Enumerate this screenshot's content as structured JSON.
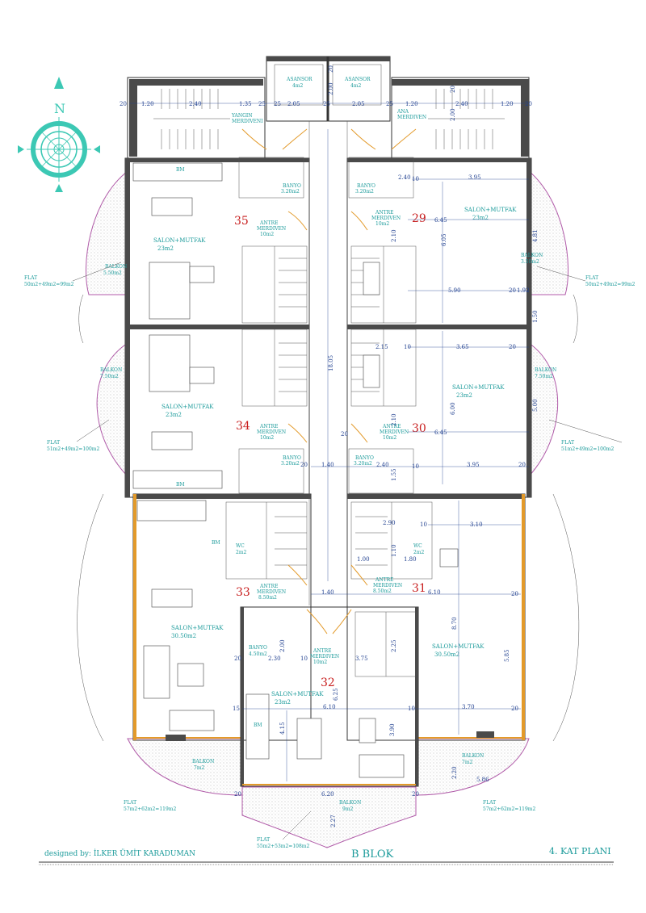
{
  "compass": {
    "north_label": "N"
  },
  "core": {
    "asansor_left": "ASANSOR",
    "asansor_left_area": "4m2",
    "asansor_right": "ASANSOR",
    "asansor_right_area": "4m2",
    "yangin": "YANGIN",
    "merdiveni": "MERDIVENI",
    "ana": "ANA",
    "ana_merdiven": "MERDIVEN",
    "corridor_length": "18.05"
  },
  "top_dims": [
    "1.20",
    "2.40",
    "1.35",
    "2.05",
    "2.05",
    "1.20",
    "2.40",
    "1.20",
    "20",
    "25",
    "25",
    "25",
    "25",
    "20",
    "20",
    "2.00",
    "20",
    "2.00"
  ],
  "flats": [
    {
      "number": "35",
      "room": "SALON+MUTFAK",
      "area": "23m2",
      "antre": "ANTRE",
      "merdiven": "MERDIVEN",
      "antre_area": "10m2",
      "banyo": "BANYO",
      "banyo_area": "3.20m2",
      "balkon": "BALKON",
      "balkon_area": "5.50m2",
      "flat": "FLAT",
      "flat_area": "50m2+49m2=99m2"
    },
    {
      "number": "29",
      "room": "SALON+MUTFAK",
      "area": "23m2",
      "antre": "ANTRE",
      "merdiven": "MERDIVEN",
      "antre_area": "10m2",
      "banyo": "BANYO",
      "banyo_area": "3.20m2",
      "balkon": "BALKON",
      "balkon_area": "3.50m2",
      "flat": "FLAT",
      "flat_area": "50m2+49m2=99m2"
    },
    {
      "number": "34",
      "room": "SALON+MUTFAK",
      "area": "23m2",
      "antre": "ANTRE",
      "merdiven": "MERDIVEN",
      "antre_area": "10m2",
      "banyo": "BANYO",
      "banyo_area": "3.20m2",
      "balkon": "BALKON",
      "balkon_area": "7.50m2",
      "flat": "FLAT",
      "flat_area": "51m2+49m2=100m2"
    },
    {
      "number": "30",
      "room": "SALON+MUTFAK",
      "area": "23m2",
      "antre": "ANTRE",
      "merdiven": "MERDIVEN",
      "antre_area": "10m2",
      "banyo": "BANYO",
      "banyo_area": "3.20m2",
      "balkon": "BALKON",
      "balkon_area": "7.50m2",
      "flat": "FLAT",
      "flat_area": "51m2+49m2=100m2"
    },
    {
      "number": "33",
      "room": "SALON+MUTFAK",
      "area": "30.50m2",
      "antre": "ANTRE",
      "merdiven": "MERDIVEN",
      "antre_area": "8.50m2",
      "wc": "WC",
      "wc_area": "2m2",
      "balkon": "BALKON",
      "balkon_area": "7m2",
      "flat": "FLAT",
      "flat_area": "57m2+62m2=119m2"
    },
    {
      "number": "31",
      "room": "SALON+MUTFAK",
      "area": "30.50m2",
      "antre": "ANTRE",
      "merdiven": "MERDIVEN",
      "antre_area": "8.50m2",
      "wc": "WC",
      "wc_area": "2m2",
      "balkon": "BALKON",
      "balkon_area": "7m2",
      "flat": "FLAT",
      "flat_area": "57m2+62m2=119m2"
    },
    {
      "number": "32",
      "room": "SALON+MUTFAK",
      "area": "23m2",
      "antre": "ANTRE",
      "merdiven": "MERDIVEN",
      "antre_area": "10m2",
      "banyo": "BANYO",
      "banyo_area": "4.50m2",
      "balkon": "BALKON",
      "balkon_area": "9m2",
      "flat": "FLAT",
      "flat_area": "55m2+53m2=108m2"
    }
  ],
  "dims": {
    "d_240a": "2.40",
    "d_395a": "3.95",
    "d_645a": "6.45",
    "d_605": "6.05",
    "d_210a": "2.10",
    "d_590": "5.90",
    "d_481": "4.81",
    "d_192": "1.92",
    "d_150": "1.50",
    "d_215": "2.15",
    "d_365": "3.65",
    "d_500": "5.00",
    "d_600": "6.00",
    "d_645b": "6.45",
    "d_210b": "2.10",
    "d_140a": "1.40",
    "d_240b": "2.40",
    "d_395b": "3.95",
    "d_155": "1.55",
    "d_290": "2.90",
    "d_310": "3.10",
    "d_100": "1.00",
    "d_110": "1.10",
    "d_180": "1.80",
    "d_140b": "1.40",
    "d_610a": "6.10",
    "d_870": "8.70",
    "d_585": "5.85",
    "d_200": "2.00",
    "d_230": "2.30",
    "d_375": "3.75",
    "d_225": "2.25",
    "d_625": "6.25",
    "d_610b": "6.10",
    "d_370": "3.70",
    "d_415": "4.15",
    "d_390": "3.90",
    "d_620": "6.20",
    "d_227": "2.27",
    "d_220": "2.20",
    "d_586": "5.86",
    "d_20": "20",
    "d_10": "10",
    "d_15": "15"
  },
  "furniture_labels": {
    "bm": "BM"
  },
  "footer": {
    "designer": "designed by: İLKER ÜMİT KARADUMAN",
    "block": "B BLOK",
    "plan": "4. KAT PLANI"
  },
  "colors": {
    "accent": "#1a9a9a",
    "dimension": "#1f3f8f",
    "flat_number": "#c81e1e",
    "door": "#e39a2a",
    "balcony_outline": "#b05aa8",
    "compass": "#3cc8b4"
  }
}
